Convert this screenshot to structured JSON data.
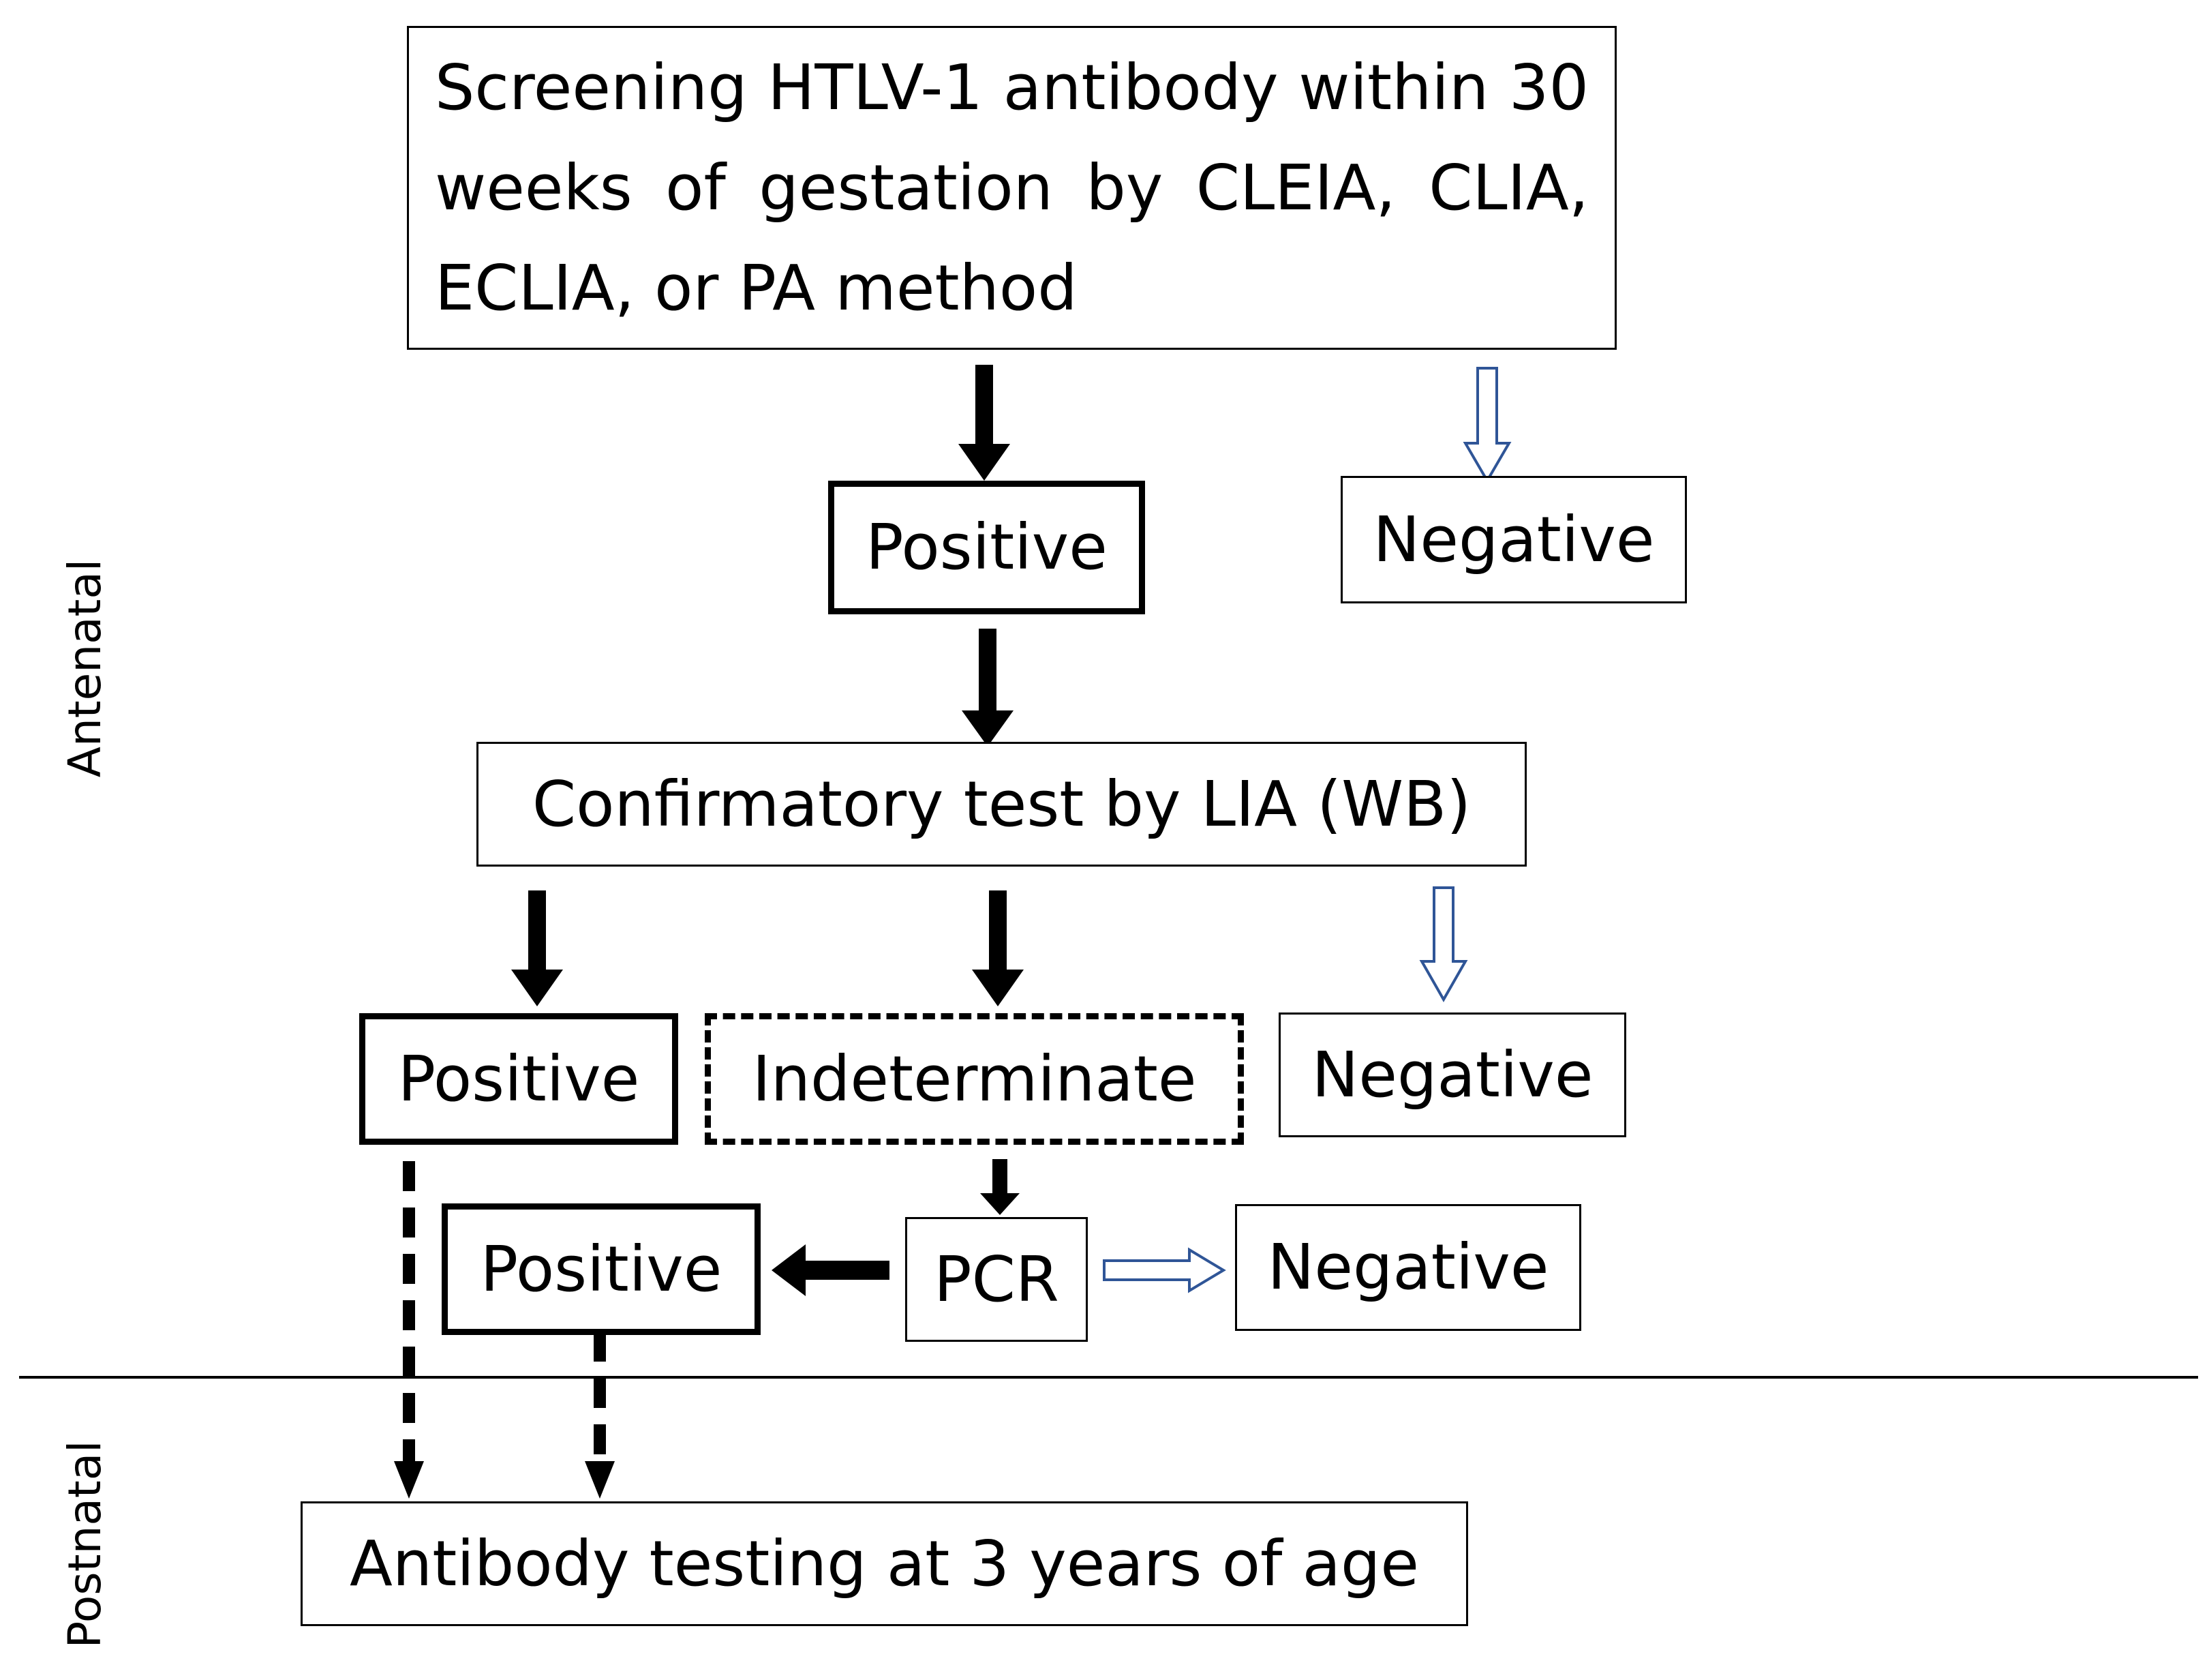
{
  "screening_box": {
    "text": "Screening HTLV-1 antibody within 30 weeks of gestation by CLEIA, CLIA, ECLIA, or PA method"
  },
  "screening_positive": {
    "text": "Positive"
  },
  "screening_negative": {
    "text": "Negative"
  },
  "confirmatory_box": {
    "text": "Confirmatory test by LIA (WB)"
  },
  "lia_positive": {
    "text": "Positive"
  },
  "lia_indeterminate": {
    "text": "Indeterminate"
  },
  "lia_negative": {
    "text": "Negative"
  },
  "pcr_box": {
    "text": "PCR"
  },
  "pcr_positive": {
    "text": "Positive"
  },
  "pcr_negative": {
    "text": "Negative"
  },
  "postnatal_box": {
    "text": "Antibody testing at 3 years of age"
  },
  "phase_labels": {
    "antenatal": "Antenatal",
    "postnatal": "Postnatal"
  },
  "colors": {
    "outline_arrow": "#2F5597",
    "solid_arrow": "#000000"
  }
}
